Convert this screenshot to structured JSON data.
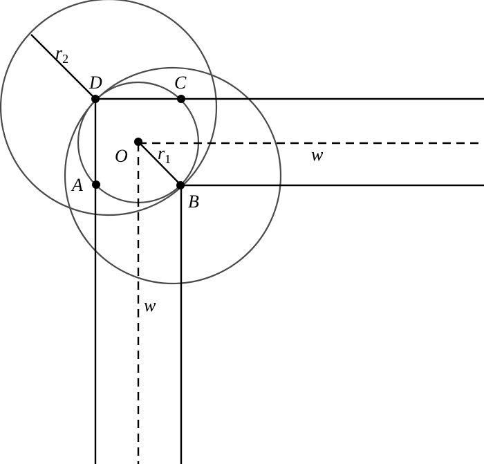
{
  "points": {
    "A": "A",
    "B": "B",
    "C": "C",
    "D": "D",
    "O": "O"
  },
  "labels": {
    "r1": "r",
    "r1_sub": "1",
    "r2": "r",
    "r2_sub": "2",
    "w_horizontal": "w",
    "w_vertical": "w"
  },
  "colors": {
    "circle": "#4a4a4a",
    "line": "#000000"
  }
}
